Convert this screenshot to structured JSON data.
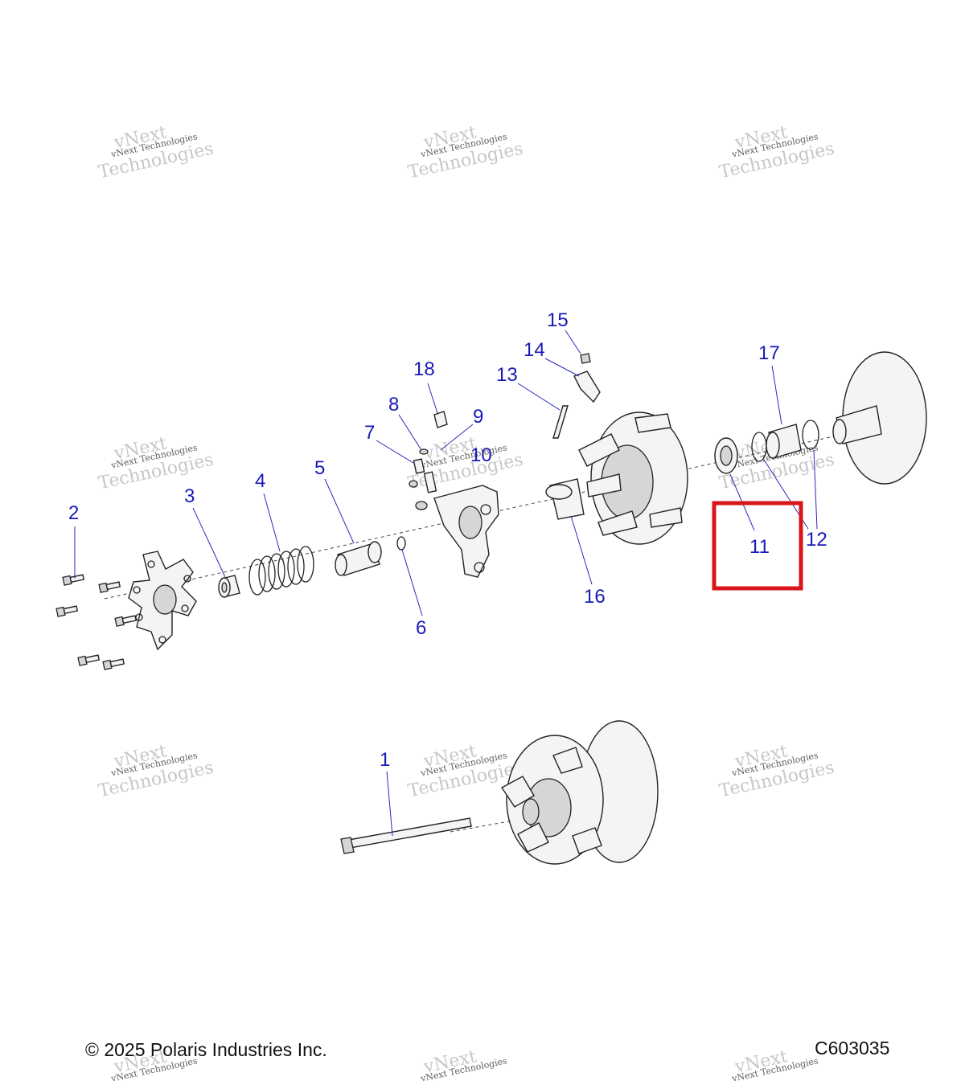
{
  "callouts": [
    {
      "id": "1",
      "label": "1"
    },
    {
      "id": "2",
      "label": "2"
    },
    {
      "id": "3",
      "label": "3"
    },
    {
      "id": "4",
      "label": "4"
    },
    {
      "id": "5",
      "label": "5"
    },
    {
      "id": "6",
      "label": "6"
    },
    {
      "id": "7",
      "label": "7"
    },
    {
      "id": "8",
      "label": "8"
    },
    {
      "id": "9",
      "label": "9"
    },
    {
      "id": "10",
      "label": "10"
    },
    {
      "id": "11",
      "label": "11"
    },
    {
      "id": "12",
      "label": "12"
    },
    {
      "id": "13",
      "label": "13"
    },
    {
      "id": "14",
      "label": "14"
    },
    {
      "id": "15",
      "label": "15"
    },
    {
      "id": "16",
      "label": "16"
    },
    {
      "id": "17",
      "label": "17"
    },
    {
      "id": "18",
      "label": "18"
    }
  ],
  "highlighted_callout": "11",
  "watermark": {
    "line1": "vNext Technologies",
    "line2": "vNext",
    "line3": "Technologies"
  },
  "footer": {
    "copyright": "© 2025 Polaris Industries Inc.",
    "figure_id": "C603035"
  },
  "colors": {
    "callout": "#1a1ab8",
    "highlight": "#d9141b",
    "linework": "#222222"
  }
}
